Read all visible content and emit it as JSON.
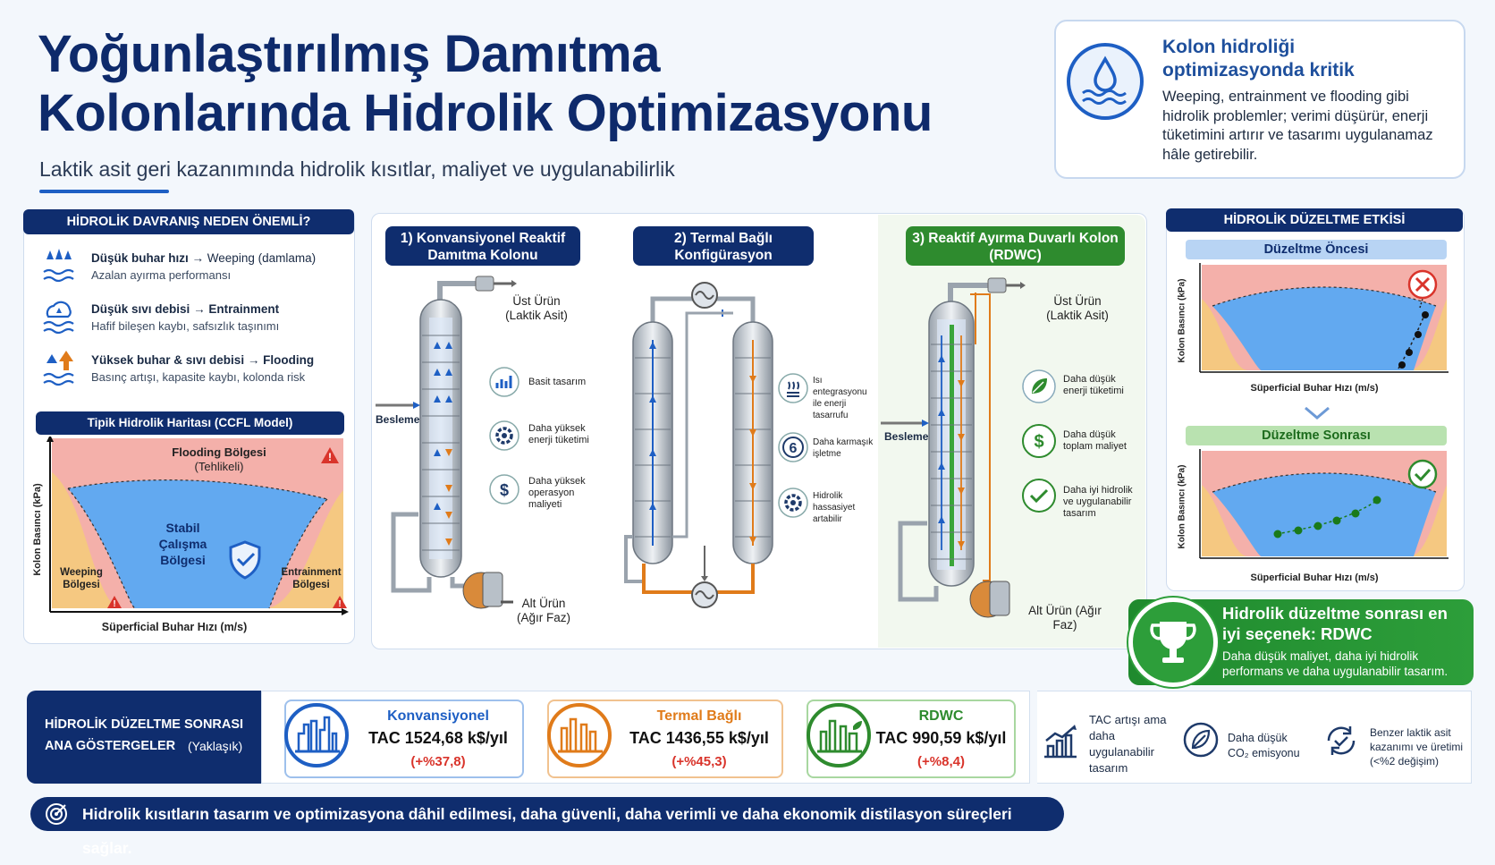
{
  "title": "Yoğunlaştırılmış Damıtma Kolonlarında Hidrolik Optimizasyonu",
  "subtitle": "Laktik asit geri kazanımında hidrolik kısıtlar, maliyet ve uygulanabilirlik",
  "callout": {
    "heading": "Kolon hidroliği optimizasyonda kritik",
    "text": "Weeping, entrainment ve flooding gibi hidrolik problemler; verimi düşürür, enerji tüketimini artırır ve tasarımı uygulanamaz hâle getirebilir."
  },
  "left_panel": {
    "title": "HİDROLİK DAVRANIŞ NEDEN ÖNEMLİ?",
    "issues": [
      {
        "cause": "Düşük buhar hızı",
        "effect": "Weeping (damlama)",
        "desc": "Azalan ayırma performansı"
      },
      {
        "cause": "Düşük sıvı debisi",
        "effect": "Entrainment",
        "desc": "Hafif bileşen kaybı, safsızlık taşınımı"
      },
      {
        "cause": "Yüksek buhar & sıvı debisi",
        "effect": "Flooding",
        "desc": "Basınç artışı, kapasite kaybı, kolonda risk"
      }
    ],
    "ccfl": {
      "title": "Tipik Hidrolik Haritası (CCFL Model)",
      "flooding": "Flooding Bölgesi",
      "flooding_sub": "(Tehlikeli)",
      "stable": "Stabil Çalışma Bölgesi",
      "weeping": "Weeping Bölgesi",
      "entrainment": "Entrainment Bölgesi",
      "ylabel": "Kolon Basıncı (kPa)",
      "xlabel": "Süperficial Buhar Hızı (m/s)"
    }
  },
  "columns": [
    {
      "title": "1) Konvansiyonel Reaktif Damıtma Kolonu",
      "top_product": "Üst Ürün (Laktik Asit)",
      "feed": "Besleme",
      "bottom_product": "Alt Ürün (Ağır Faz)",
      "notes": [
        "Basit tasarım",
        "Daha yüksek enerji tüketimi",
        "Daha yüksek operasyon maliyeti"
      ]
    },
    {
      "title": "2) Termal Bağlı Konfigürasyon",
      "notes": [
        "Isı entegrasyonu ile enerji tasarrufu",
        "Daha karmaşık işletme",
        "Hidrolik hassasiyet artabilir"
      ]
    },
    {
      "title": "3) Reaktif Ayırma Duvarlı Kolon (RDWC)",
      "top_product": "Üst Ürün (Laktik Asit)",
      "feed": "Besleme",
      "bottom_product": "Alt Ürün (Ağır Faz)",
      "notes": [
        "Daha düşük enerji tüketimi",
        "Daha düşük toplam maliyet",
        "Daha iyi hidrolik ve uygulanabilir tasarım"
      ]
    }
  ],
  "right_panel": {
    "title": "HİDROLİK DÜZELTME ETKİSİ",
    "before": "Düzeltme Öncesi",
    "after": "Düzeltme Sonrası",
    "ylabel": "Kolon Basıncı (kPa)",
    "xlabel": "Süperficial Buhar Hızı (m/s)"
  },
  "best": {
    "heading": "Hidrolik düzeltme sonrası en iyi seçenek: RDWC",
    "text": "Daha düşük maliyet, daha iyi hidrolik performans ve daha uygulanabilir tasarım."
  },
  "kpi": {
    "label_main": "HİDROLİK DÜZELTME SONRASI ANA GÖSTERGELER",
    "label_note": "(Yaklaşık)",
    "cards": [
      {
        "name": "Konvansiyonel",
        "tac": "TAC 1524,68 k$/yıl",
        "pct": "(+%37,8)",
        "color": "#1e5fc4"
      },
      {
        "name": "Termal Bağlı",
        "tac": "TAC 1436,55 k$/yıl",
        "pct": "(+%45,3)",
        "color": "#e07b1a"
      },
      {
        "name": "RDWC",
        "tac": "TAC 990,59 k$/yıl",
        "pct": "(+%8,4)",
        "color": "#2e8b2e"
      }
    ],
    "extras": [
      "TAC artışı ama daha uygulanabilir tasarım",
      "Daha düşük CO₂ emisyonu",
      "Benzer laktik asit kazanımı ve üretimi (<%2 değişim)"
    ]
  },
  "footer": "Hidrolik kısıtların tasarım ve optimizasyona dâhil edilmesi, daha güvenli, daha verimli ve daha ekonomik distilasyon süreçleri sağlar.",
  "colors": {
    "navy": "#0f2d6e",
    "blue": "#1e5fc4",
    "orange": "#e07b1a",
    "green": "#2e8b2e",
    "red": "#d9342b"
  }
}
